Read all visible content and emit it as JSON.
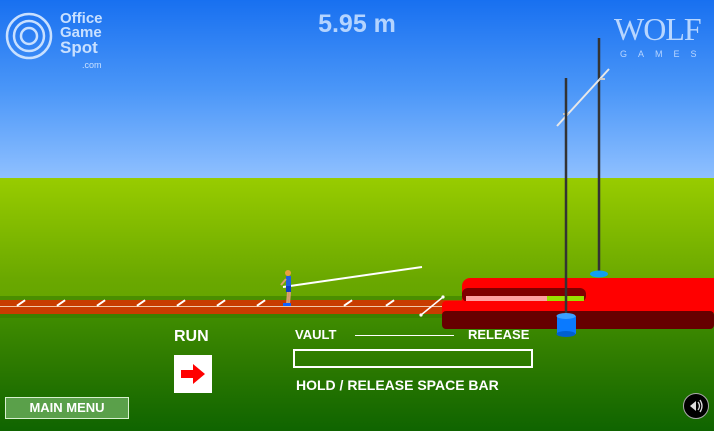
{
  "header": {
    "score": "5.95 m"
  },
  "logos": {
    "officegamespot": {
      "line1": "Office",
      "line2": "Game",
      "line3": "Spot",
      "suffix": ".com"
    },
    "wolfgames": {
      "name": "WOLF",
      "sub": "GAMES"
    }
  },
  "hud": {
    "run_label": "RUN",
    "vault_label": "VAULT",
    "release_label": "RELEASE",
    "instructions": "HOLD / RELEASE SPACE BAR",
    "power_level_percent": 0
  },
  "footer": {
    "main_menu_label": "MAIN MENU"
  },
  "icons": {
    "run_arrow": "arrow-right-icon",
    "sound": "speaker-icon"
  },
  "colors": {
    "sky_top": "#1870f0",
    "grass": "#6aa800",
    "track": "#c83c00",
    "mat": "#ff0000",
    "mat_dark": "#660000",
    "pole_base": "#0a7aff",
    "run_arrow": "#ff0000"
  }
}
